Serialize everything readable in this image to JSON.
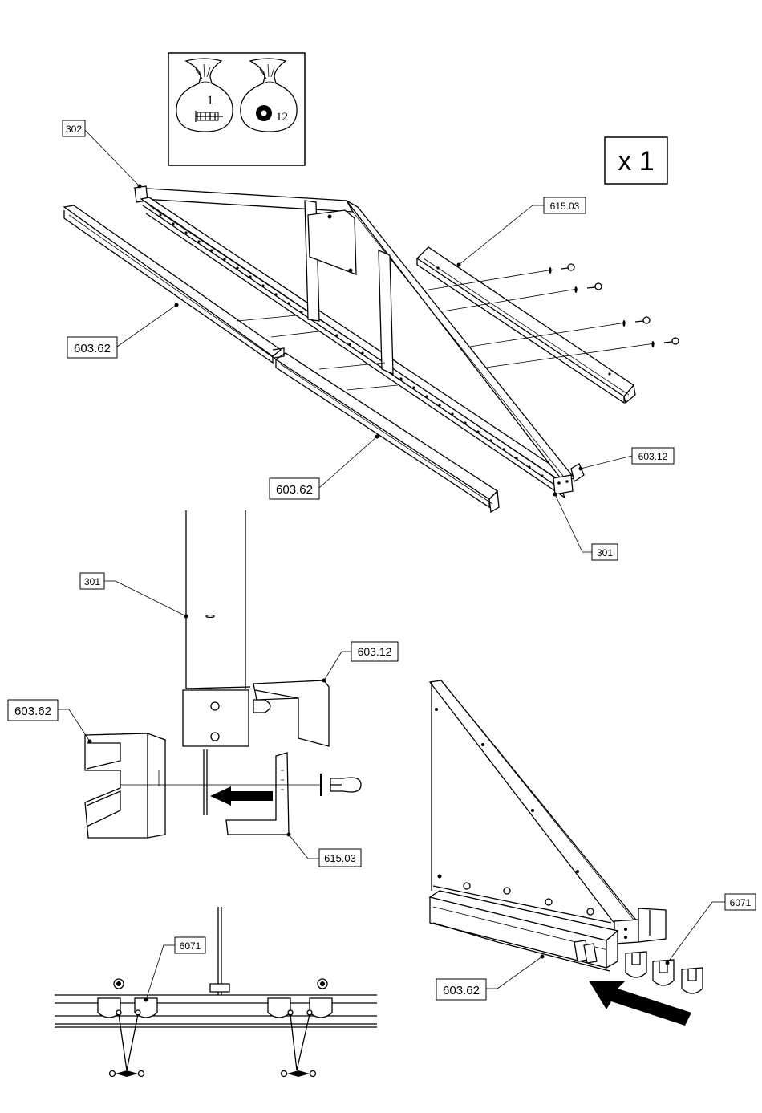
{
  "quantity": "x 1",
  "hardware": {
    "screw_count": "1",
    "washer_count": "12"
  },
  "labels": {
    "l302": "302",
    "l615a": "615.03",
    "l603a": "603.62",
    "l603b": "603.62",
    "l60312a": "603.12",
    "l301a": "301",
    "l301b": "301",
    "l60312b": "603.12",
    "l603c": "603.62",
    "l615b": "615.03",
    "l6071a": "6071",
    "l6071b": "6071",
    "l603d": "603.62"
  },
  "colors": {
    "line": "#000000",
    "background": "#ffffff"
  }
}
